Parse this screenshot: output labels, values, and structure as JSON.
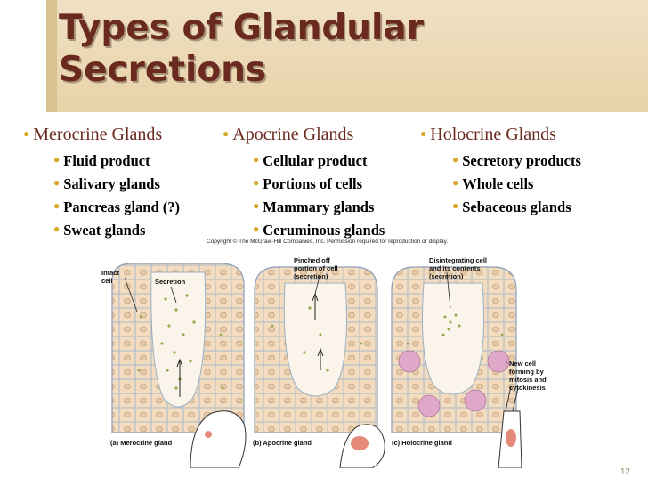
{
  "title": "Types of Glandular Secretions",
  "columns": [
    {
      "heading": "Merocrine Glands",
      "items": [
        "Fluid product",
        "Salivary glands",
        "Pancreas gland (?)",
        "Sweat glands"
      ]
    },
    {
      "heading": "Apocrine Glands",
      "items": [
        "Cellular product",
        "Portions of cells",
        "Mammary glands",
        "Ceruminous glands"
      ]
    },
    {
      "heading": "Holocrine Glands",
      "items": [
        "Secretory products",
        "Whole cells",
        "Sebaceous glands"
      ]
    }
  ],
  "figure": {
    "copyright": "Copyright © The McGraw-Hill Companies, Inc. Permission required for reproduction or display.",
    "labels": {
      "intact_cell": "Intact cell",
      "secretion": "Secretion",
      "pinched_off": "Pinched off portion of cell (secretion)",
      "disintegrating": "Disintegrating cell and its contents (secretion)",
      "new_cell": "New cell forming by mitosis and cytokinesis"
    },
    "captions": {
      "merocrine": "(a) Merocrine gland",
      "apocrine": "(b) Apocrine gland",
      "holocrine": "(c) Holocrine gland"
    }
  },
  "slide_number": "12",
  "colors": {
    "title": "#6b2a1f",
    "title_band": "#e8d2a8",
    "bullet": "#d8a82a",
    "cell_fill": "#f3dcc0",
    "cell_stroke": "#a8b8c8",
    "secretion_dot": "#9aa64a"
  }
}
